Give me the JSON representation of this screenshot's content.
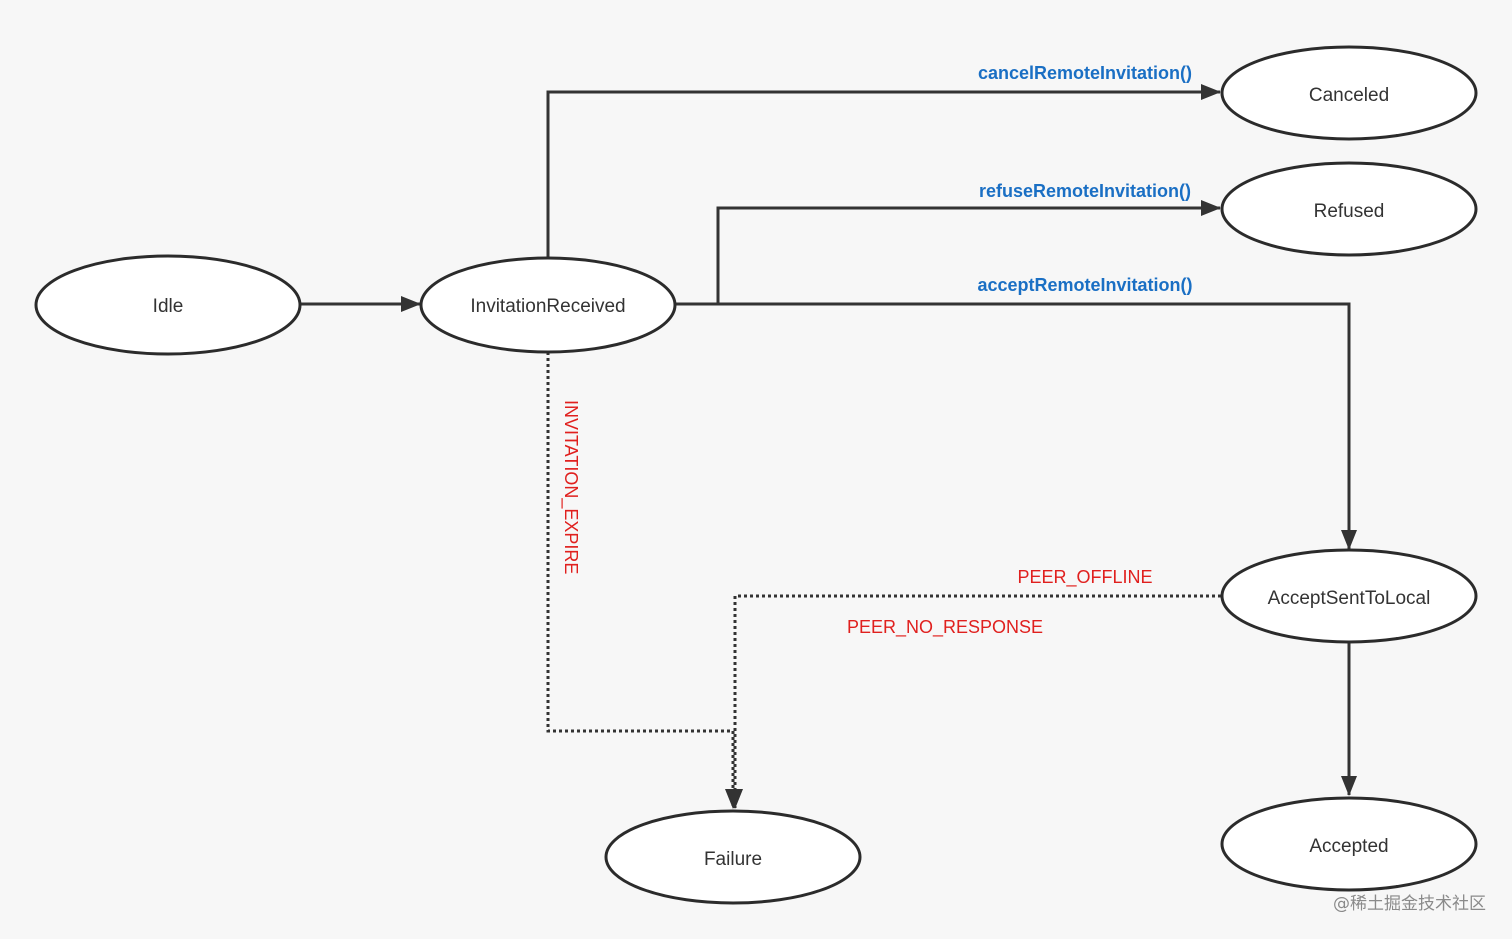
{
  "nodes": {
    "idle": "Idle",
    "invitation_received": "InvitationReceived",
    "canceled": "Canceled",
    "refused": "Refused",
    "accept_sent_to_local": "AcceptSentToLocal",
    "failure": "Failure",
    "accepted": "Accepted"
  },
  "edges": {
    "cancel": "cancelRemoteInvitation()",
    "refuse": "refuseRemoteInvitation()",
    "accept": "acceptRemoteInvitation()",
    "invitation_expire": "INVITATION_EXPIRE",
    "peer_offline": "PEER_OFFLINE",
    "peer_no_response": "PEER_NO_RESPONSE"
  },
  "watermark": "@稀土掘金技术社区",
  "colors": {
    "background": "#f7f7f7",
    "node_stroke": "#2b2b2b",
    "edge": "#333333",
    "method_label": "#1a6fc4",
    "event_label": "#e0201e"
  }
}
